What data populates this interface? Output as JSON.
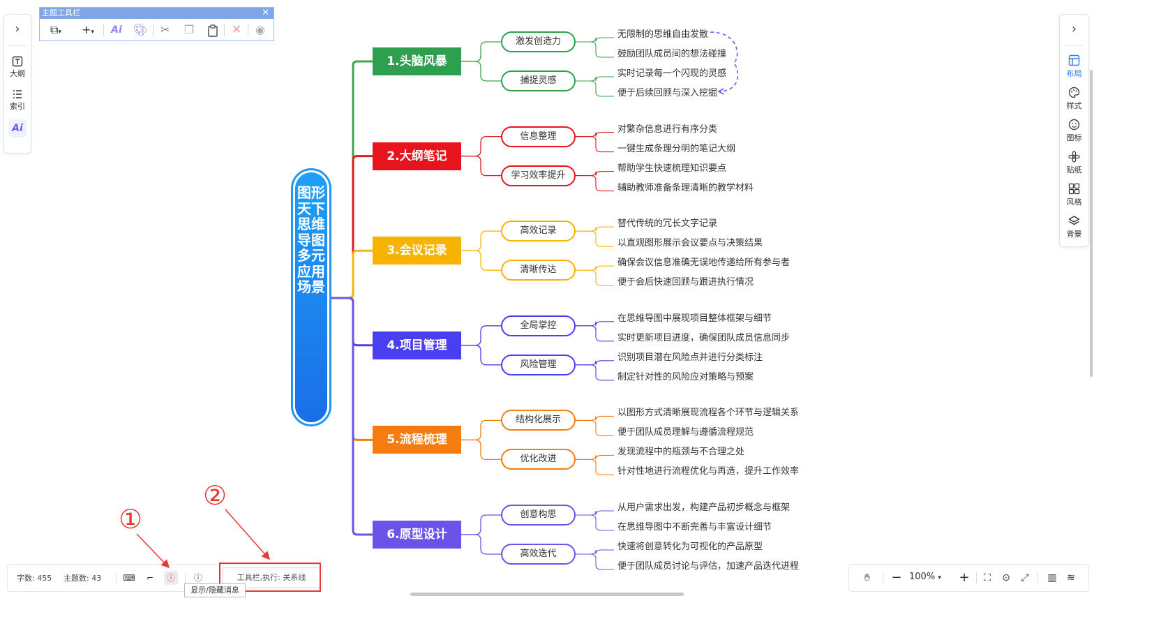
{
  "left_panel": {
    "items": [
      {
        "label": "大纲",
        "icon": "outline-icon"
      },
      {
        "label": "索引",
        "icon": "index-icon"
      }
    ],
    "ai_label": "Ai"
  },
  "topic_toolbar": {
    "title": "主题工具栏",
    "ai_label": "Ai"
  },
  "right_panel": {
    "items": [
      {
        "label": "布局",
        "icon": "layout-icon",
        "active": true
      },
      {
        "label": "样式",
        "icon": "palette-icon"
      },
      {
        "label": "图标",
        "icon": "smiley-icon"
      },
      {
        "label": "贴纸",
        "icon": "sticker-icon"
      },
      {
        "label": "风格",
        "icon": "style-grid-icon"
      },
      {
        "label": "背景",
        "icon": "layers-icon"
      }
    ]
  },
  "status_bar": {
    "word_count": "字数: 455",
    "topic_count": "主题数: 43",
    "message": "工具栏,执行: 关系线",
    "tooltip": "显示/隐藏消息"
  },
  "zoom_bar": {
    "zoom": "100%"
  },
  "annotations": {
    "one": "①",
    "two": "②",
    "color": "#e53935"
  },
  "mindmap": {
    "root": "图形天下思维导图多元应用场景",
    "branches": [
      {
        "title": "1.头脑风暴",
        "color": "#2e9e4f",
        "line": "#3fa34d",
        "subs": [
          {
            "title": "激发创造力",
            "leaves": [
              "无限制的思维自由发散",
              "鼓励团队成员间的想法碰撞"
            ]
          },
          {
            "title": "捕捉灵感",
            "leaves": [
              "实时记录每一个闪现的灵感",
              "便于后续回顾与深入挖掘"
            ]
          }
        ]
      },
      {
        "title": "2.大纲笔记",
        "color": "#e8141d",
        "line": "#e01820",
        "subs": [
          {
            "title": "信息整理",
            "leaves": [
              "对繁杂信息进行有序分类",
              "一键生成条理分明的笔记大纲"
            ]
          },
          {
            "title": "学习效率提升",
            "leaves": [
              "帮助学生快速梳理知识要点",
              "辅助教师准备条理清晰的教学材料"
            ]
          }
        ]
      },
      {
        "title": "3.会议记录",
        "color": "#f6b400",
        "line": "#f2b90a",
        "subs": [
          {
            "title": "高效记录",
            "leaves": [
              "替代传统的冗长文字记录",
              "以直观图形展示会议要点与决策结果"
            ]
          },
          {
            "title": "清晰传达",
            "leaves": [
              "确保会议信息准确无误地传递给所有参与者",
              "便于会后快速回顾与跟进执行情况"
            ]
          }
        ]
      },
      {
        "title": "4.项目管理",
        "color": "#4a3ff0",
        "line": "#4a3ff0",
        "subs": [
          {
            "title": "全局掌控",
            "leaves": [
              "在思维导图中展现项目整体框架与细节",
              "实时更新项目进度，确保团队成员信息同步"
            ]
          },
          {
            "title": "风险管理",
            "leaves": [
              "识别项目潜在风险点并进行分类标注",
              "制定针对性的风险应对策略与预案"
            ]
          }
        ]
      },
      {
        "title": "5.流程梳理",
        "color": "#f47c10",
        "line": "#f47c10",
        "subs": [
          {
            "title": "结构化展示",
            "leaves": [
              "以图形方式清晰展现流程各个环节与逻辑关系",
              "便于团队成员理解与遵循流程规范"
            ]
          },
          {
            "title": "优化改进",
            "leaves": [
              "发现流程中的瓶颈与不合理之处",
              "针对性地进行流程优化与再造，提升工作效率"
            ]
          }
        ]
      },
      {
        "title": "6.原型设计",
        "color": "#6a53e8",
        "line": "#6a53e8",
        "subs": [
          {
            "title": "创意构思",
            "leaves": [
              "从用户需求出发，构建产品初步概念与框架",
              "在思维导图中不断完善与丰富设计细节"
            ]
          },
          {
            "title": "高效迭代",
            "leaves": [
              "快速将创意转化为可视化的产品原型",
              "便于团队成员讨论与评估，加速产品迭代进程"
            ]
          }
        ]
      }
    ]
  }
}
